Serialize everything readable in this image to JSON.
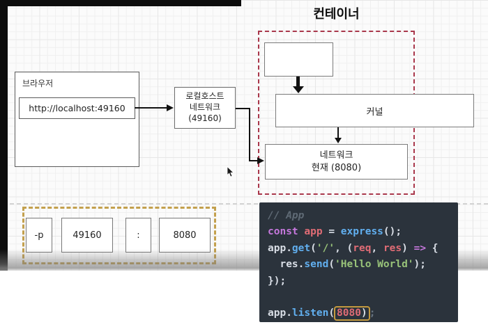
{
  "diagram": {
    "browser": {
      "label": "브라우저",
      "url": "http://localhost:49160"
    },
    "localhost_network": {
      "line1": "로컬호스트",
      "line2": "네트워크",
      "line3": "(49160)"
    },
    "container": {
      "title": "컨테이너",
      "kernel_label": "커널",
      "network_line1": "네트워크",
      "network_line2": "현재 (8080)"
    },
    "port_mapping": {
      "flag": "-p",
      "host_port": "49160",
      "separator": ":",
      "container_port": "8080"
    }
  },
  "code": {
    "lines": [
      [
        {
          "t": "// App",
          "c": "cm"
        }
      ],
      [
        {
          "t": "const",
          "c": "kw"
        },
        {
          "t": " ",
          "c": "df"
        },
        {
          "t": "app",
          "c": "vr"
        },
        {
          "t": " = ",
          "c": "df"
        },
        {
          "t": "express",
          "c": "fn"
        },
        {
          "t": "();",
          "c": "df"
        }
      ],
      [
        {
          "t": "app.",
          "c": "df"
        },
        {
          "t": "get",
          "c": "fn"
        },
        {
          "t": "(",
          "c": "df"
        },
        {
          "t": "'/'",
          "c": "st"
        },
        {
          "t": ", (",
          "c": "df"
        },
        {
          "t": "req",
          "c": "vr"
        },
        {
          "t": ", ",
          "c": "df"
        },
        {
          "t": "res",
          "c": "vr"
        },
        {
          "t": ") ",
          "c": "df"
        },
        {
          "t": "=>",
          "c": "kw"
        },
        {
          "t": " {",
          "c": "df"
        }
      ],
      [
        {
          "t": "  res.",
          "c": "df"
        },
        {
          "t": "send",
          "c": "fn"
        },
        {
          "t": "(",
          "c": "df"
        },
        {
          "t": "'Hello World'",
          "c": "st"
        },
        {
          "t": ");",
          "c": "df"
        }
      ],
      [
        {
          "t": "});",
          "c": "df"
        }
      ],
      [
        {
          "t": "",
          "c": "df"
        }
      ],
      [
        {
          "t": "app.",
          "c": "df"
        },
        {
          "t": "listen",
          "c": "fn"
        },
        {
          "t": "(",
          "c": "df"
        },
        {
          "t": "8080",
          "c": "vr",
          "h": 1
        },
        {
          "t": ")",
          "c": "df",
          "h": 1
        },
        {
          "t": ";",
          "c": "dim"
        }
      ]
    ]
  },
  "colors": {
    "container_dashed_border": "#a9374b",
    "port_dashed_border": "#c3a04d",
    "code_background": "#2b333c",
    "code_keyword": "#c678dd",
    "code_variable": "#e06c75",
    "code_function": "#61afef",
    "code_string": "#98c379",
    "code_comment": "#5f6a75",
    "code_highlight_box": "#c49a3f"
  }
}
